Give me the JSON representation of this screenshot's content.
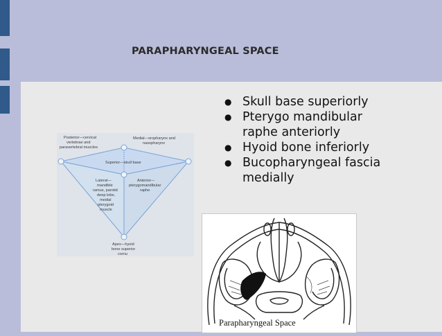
{
  "slide": {
    "title": "PARAPHARYNGEAL SPACE",
    "bullets": [
      {
        "line1": "Skull base superiorly",
        "line2": ""
      },
      {
        "line1": "Pterygo mandibular",
        "line2": "raphe anteriorly"
      },
      {
        "line1": "Hyoid bone inferiorly",
        "line2": ""
      },
      {
        "line1": "Bucopharyngeal fascia",
        "line2": "medially"
      }
    ],
    "bullet_glyph": "●"
  },
  "diagram": {
    "posterior_l1": "Posterior—cervical",
    "posterior_l2": "vertebrae and",
    "posterior_l3": "paravertebral muscles",
    "medial_l1": "Medial—oropharynx and",
    "medial_l2": "nasopharynx",
    "superior": "Superior—skull base",
    "lateral_l1": "Lateral—",
    "lateral_l2": "mandible",
    "lateral_l3": "ramus, parotid",
    "lateral_l4": "deep lobe,",
    "lateral_l5": "medial",
    "lateral_l6": "pterygoid",
    "lateral_l7": "muscle",
    "anterior_l1": "Anterior—",
    "anterior_l2": "pterygomandibular",
    "anterior_l3": "raphe",
    "apex_l1": "Apex—hyoid",
    "apex_l2": "bone superior",
    "apex_l3": "cornu"
  },
  "section_figure": {
    "caption": "Parapharyngeal Space"
  },
  "colors": {
    "background": "#b9bdd9",
    "content_panel": "#e9e9e9",
    "edge_marks": "#2f5a8a",
    "diagram_lines": "#7aa3d6"
  }
}
